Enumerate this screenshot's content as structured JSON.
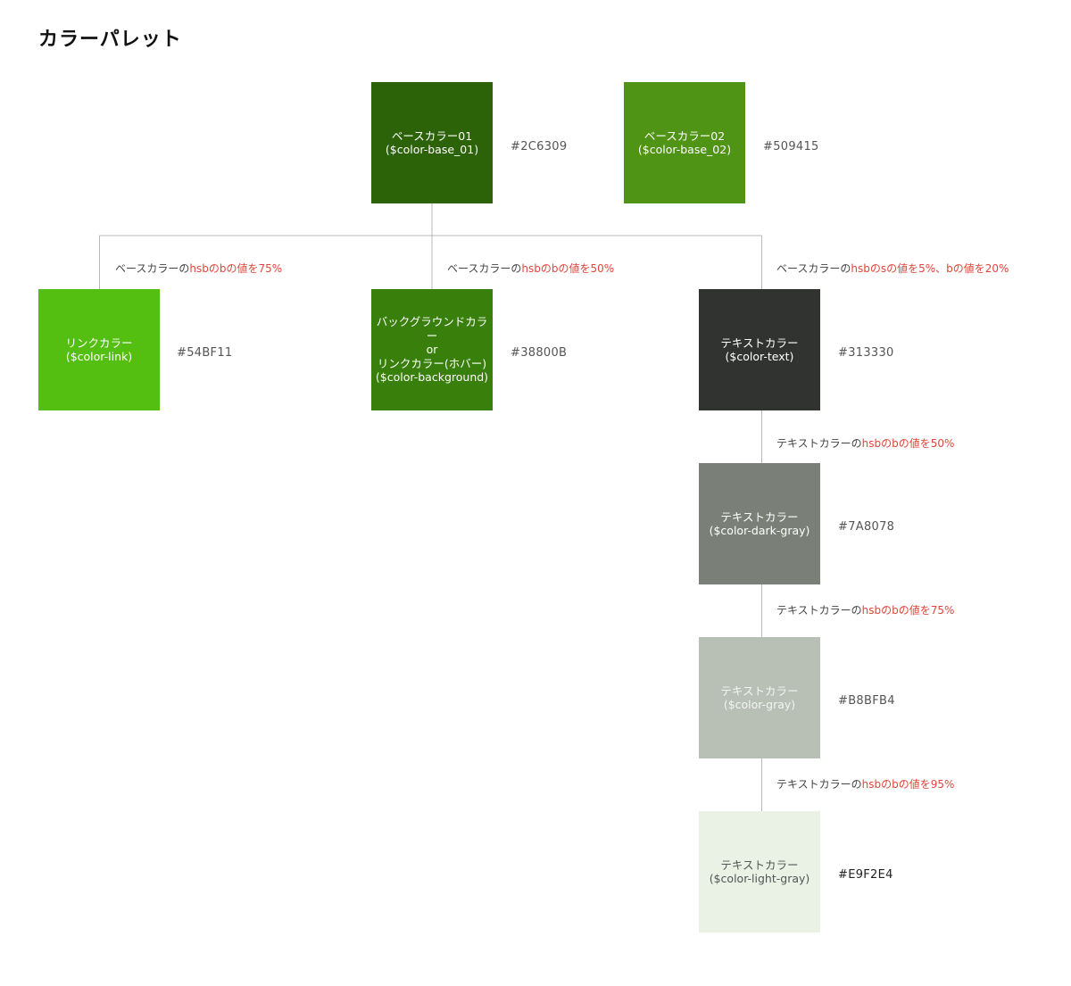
{
  "page": {
    "title": "カラーパレット"
  },
  "colors": {
    "base_01": {
      "label": "ベースカラー01\n($color-base_01)",
      "hex": "#2C6309",
      "fill": "#2C6309",
      "text_color": "#ffffff"
    },
    "base_02": {
      "label": "ベースカラー02\n($color-base_02)",
      "hex": "#509415",
      "fill": "#509415",
      "text_color": "#ffffff"
    },
    "link": {
      "label": "リンクカラー\n($color-link)",
      "hex": "#54BF11",
      "fill": "#54BF11",
      "text_color": "#ffffff"
    },
    "background": {
      "label": "バックグラウンドカラー\nor\nリンクカラー(ホバー)\n($color-background)",
      "hex": "#38800B",
      "fill": "#38800B",
      "text_color": "#ffffff"
    },
    "text": {
      "label": "テキストカラー\n($color-text)",
      "hex": "#313330",
      "fill": "#313330",
      "text_color": "#ffffff"
    },
    "dark_gray": {
      "label": "テキストカラー\n($color-dark-gray)",
      "hex": "#7A8078",
      "fill": "#7A8078",
      "text_color": "#ffffff"
    },
    "gray": {
      "label": "テキストカラー\n($color-gray)",
      "hex": "#B8BFB4",
      "fill": "#B8BFB4",
      "text_color": "#f4f4f4"
    },
    "light_gray": {
      "label": "テキストカラー\n($color-light-gray)",
      "hex": "#E9F2E4",
      "fill": "#E9F2E4",
      "text_color": "#555555"
    }
  },
  "rules": {
    "link": {
      "prefix": "ベースカラーの",
      "highlight": "hsbのbの値を75%"
    },
    "background": {
      "prefix": "ベースカラーの",
      "highlight": "hsbのbの値を50%"
    },
    "text": {
      "prefix": "ベースカラーの",
      "highlight": "hsbのsの値を5%、bの値を20%"
    },
    "dark_gray": {
      "prefix": "テキストカラーの",
      "highlight": "hsbのbの値を50%"
    },
    "gray": {
      "prefix": "テキストカラーの",
      "highlight": "hsbのbの値を75%"
    },
    "light_gray": {
      "prefix": "テキストカラーの",
      "highlight": "hsbのbの値を95%"
    }
  },
  "theme": {
    "accent": "#e0463c",
    "connector": "#b8b8b8"
  }
}
